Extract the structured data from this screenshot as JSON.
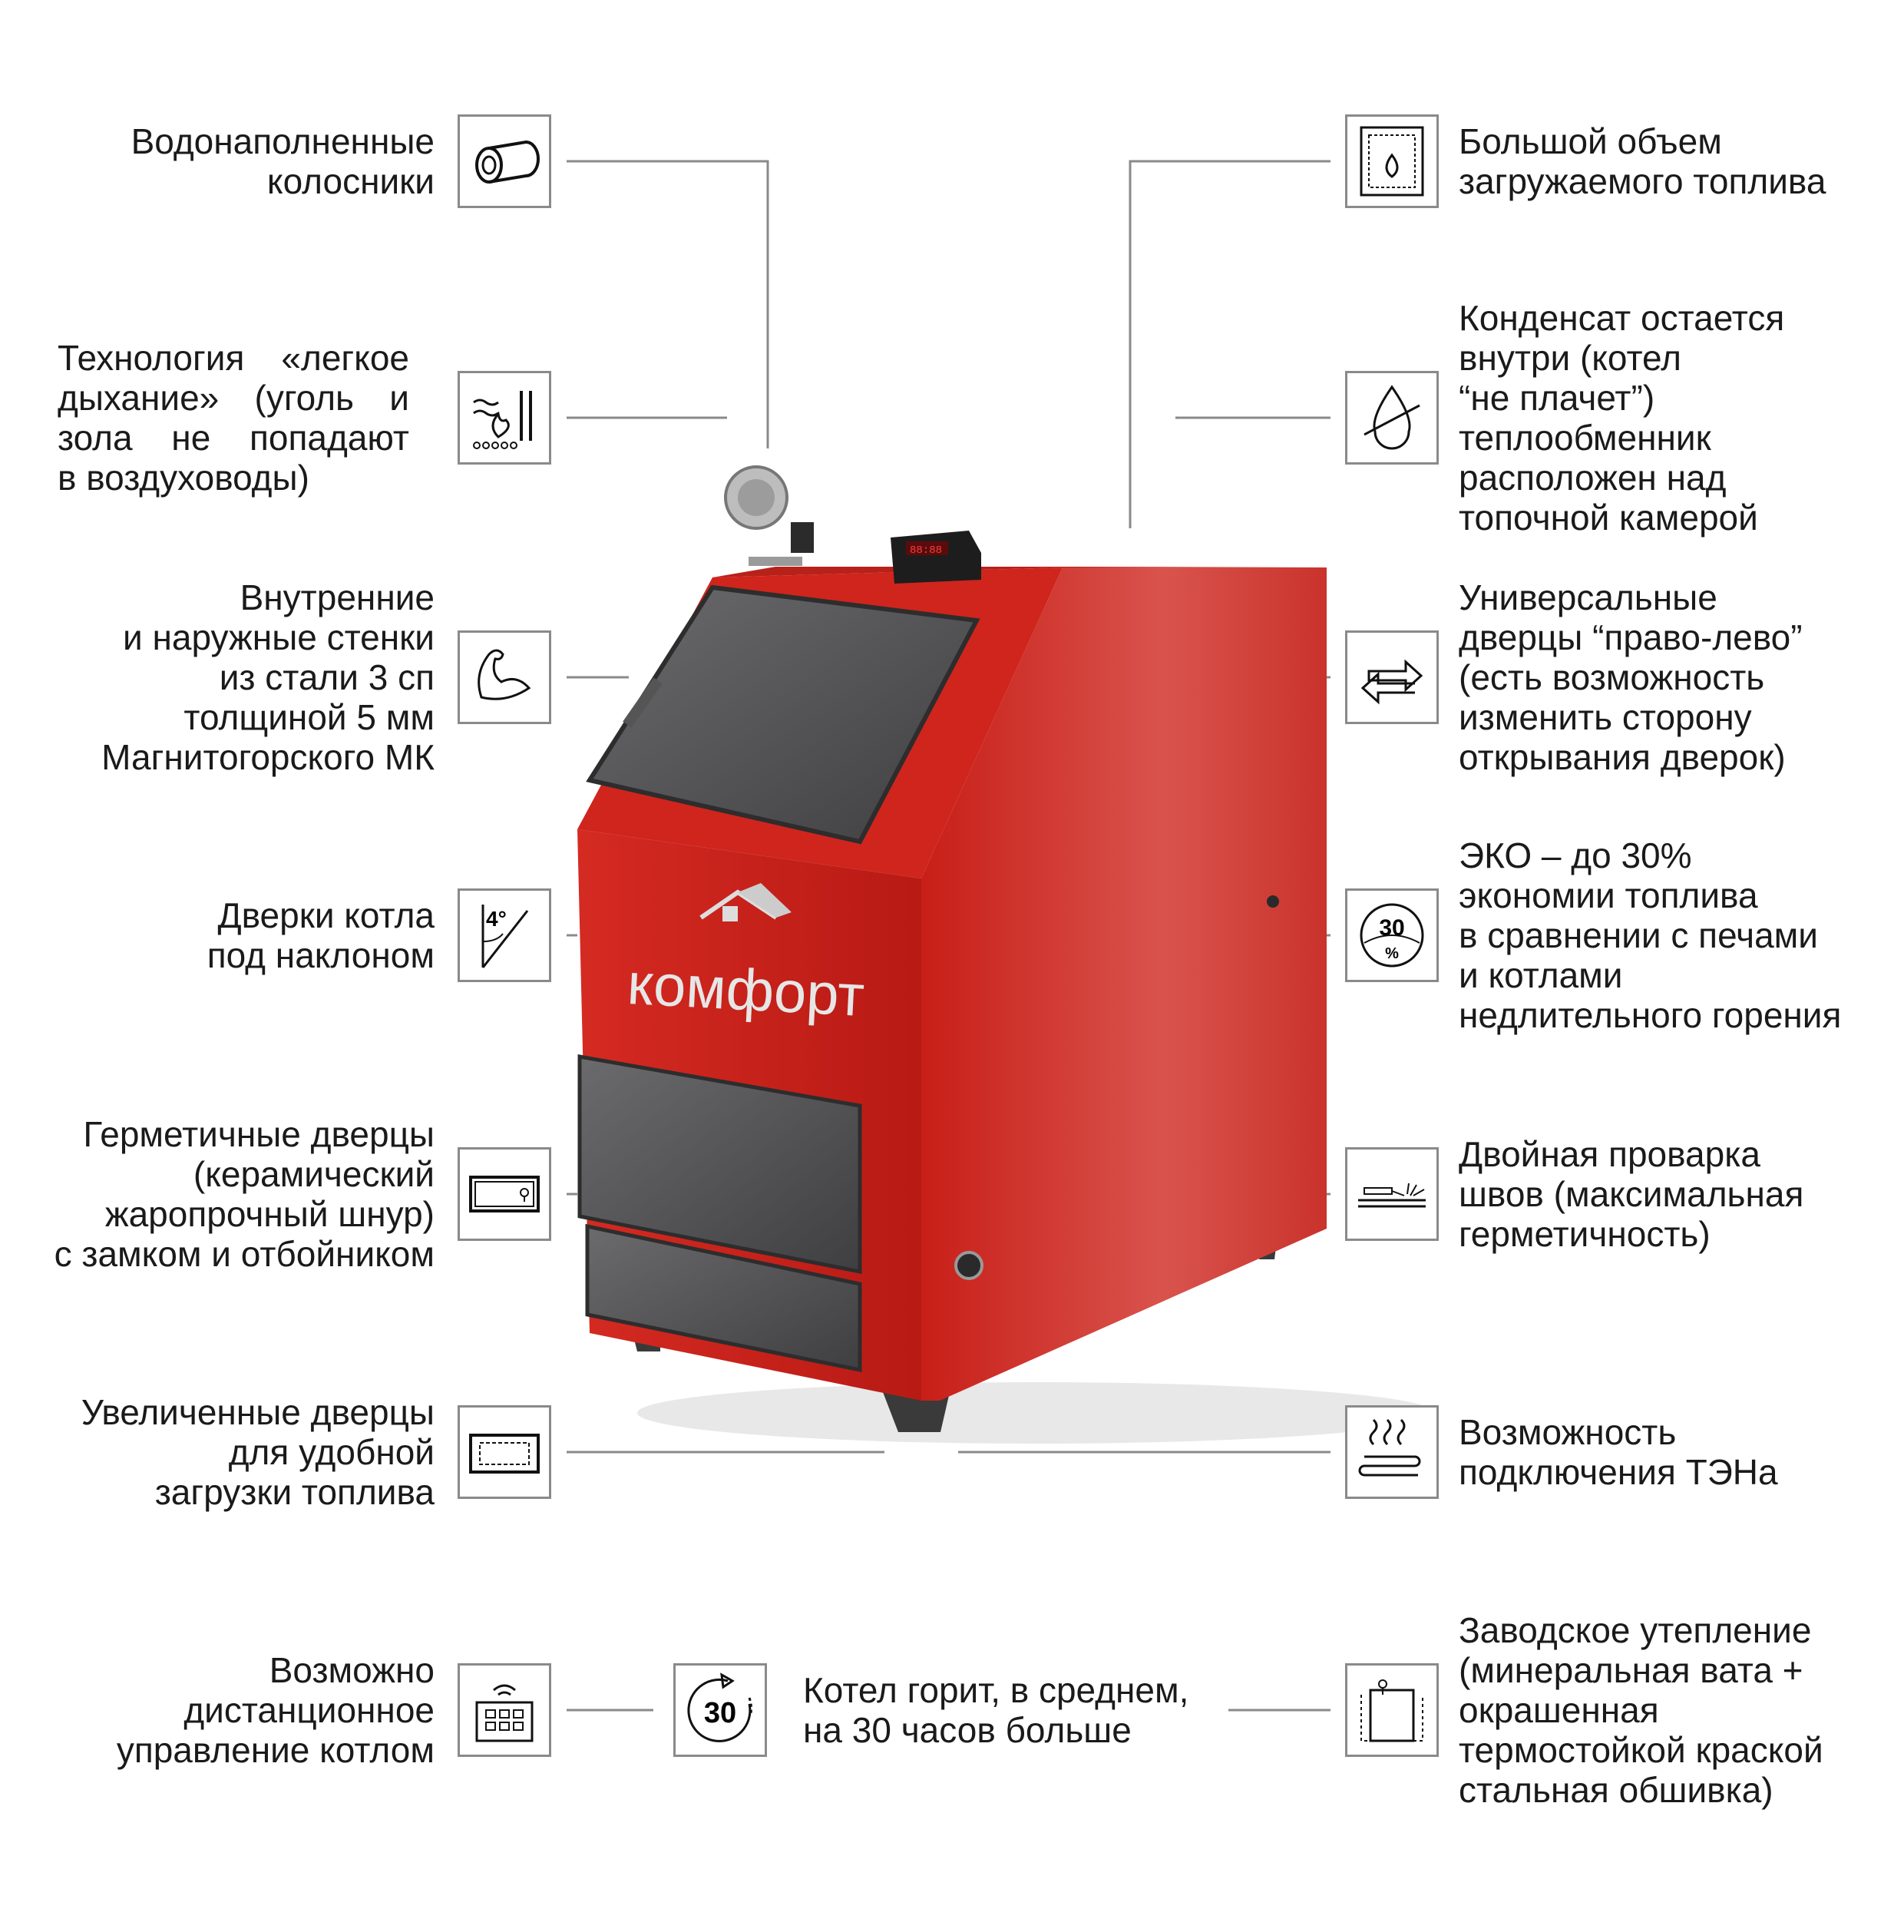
{
  "brand": {
    "logo_text": "комфорт"
  },
  "colors": {
    "body_red": "#d42a22",
    "door_gray": "#5a5a5c",
    "line_gray": "#8a8a8a"
  },
  "left_features": [
    {
      "icon": "water-grate-icon",
      "lines": [
        "Водонаполненные",
        "колосники"
      ]
    },
    {
      "icon": "easy-breath-fire-icon",
      "lines": [
        "Технология «легкое",
        "дыхание» (уголь и",
        "зола не попадают",
        "в воздуховоды)"
      ]
    },
    {
      "icon": "muscle-arm-icon",
      "lines": [
        "Внутренние",
        "и наружные стенки",
        "из стали 3 сп",
        "толщиной 5 мм",
        "Магнитогорского МК"
      ]
    },
    {
      "icon": "angle-4-degree-icon",
      "icon_label": "4°",
      "lines": [
        "Дверки котла",
        "под наклоном"
      ]
    },
    {
      "icon": "sealed-door-lock-icon",
      "lines": [
        "Герметичные дверцы",
        "(керамический",
        "жаропрочный шнур)",
        "с замком и отбойником"
      ]
    },
    {
      "icon": "enlarged-door-icon",
      "lines": [
        "Увеличенные дверцы",
        "для удобной",
        "загрузки топлива"
      ]
    },
    {
      "icon": "remote-control-wifi-icon",
      "lines": [
        "Возможно",
        "дистанционное",
        "управление котлом"
      ]
    }
  ],
  "right_features": [
    {
      "icon": "large-fuel-volume-icon",
      "lines": [
        "Большой объем",
        "загружаемого топлива"
      ]
    },
    {
      "icon": "condensate-drop-icon",
      "lines": [
        "Конденсат остается",
        "внутри (котел",
        "“не плачет”)",
        "теплообменник",
        "расположен над",
        "топочной камерой"
      ]
    },
    {
      "icon": "swap-arrows-icon",
      "lines": [
        "Универсальные",
        "дверцы “право-лево”",
        "(есть возможность",
        "изменить сторону",
        "открывания дверок)"
      ]
    },
    {
      "icon": "eco-30-percent-icon",
      "icon_label": "30",
      "icon_sub": "%",
      "lines": [
        "ЭКО – до 30%",
        "экономии топлива",
        "в сравнении с печами",
        "и котлами",
        "недлительного горения"
      ]
    },
    {
      "icon": "double-weld-icon",
      "lines": [
        "Двойная проварка",
        "швов (максимальная",
        "герметичность)"
      ]
    },
    {
      "icon": "heating-element-icon",
      "lines": [
        "Возможность",
        "подключения ТЭНа"
      ]
    },
    {
      "icon": "insulation-icon",
      "lines": [
        "Заводское утепление",
        "(минеральная вата +",
        "окрашенная",
        "термостойкой краской",
        "стальная обшивка)"
      ]
    }
  ],
  "center_feature": {
    "icon": "burn-time-30-icon",
    "icon_label": "30",
    "lines": [
      "Котел горит, в среднем,",
      "на 30 часов больше"
    ]
  }
}
